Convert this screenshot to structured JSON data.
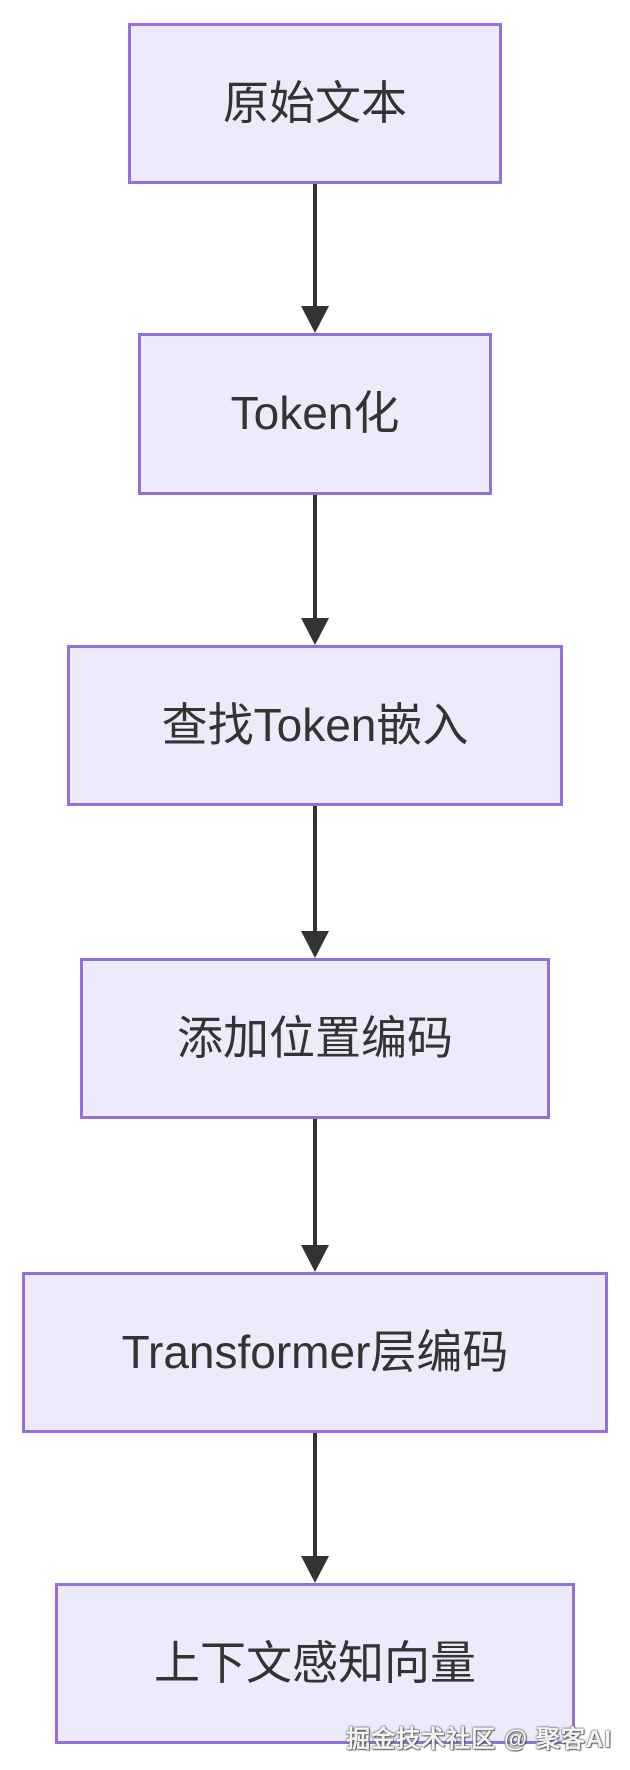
{
  "diagram": {
    "type": "flowchart",
    "direction": "top-down",
    "nodes": [
      {
        "id": "raw-text",
        "label": "原始文本"
      },
      {
        "id": "tokenize",
        "label": "Token化"
      },
      {
        "id": "embedding",
        "label": "查找Token嵌入"
      },
      {
        "id": "positional",
        "label": "添加位置编码"
      },
      {
        "id": "transformer",
        "label": "Transformer层编码"
      },
      {
        "id": "context-vector",
        "label": "上下文感知向量"
      }
    ],
    "edges": [
      {
        "from": "raw-text",
        "to": "tokenize"
      },
      {
        "from": "tokenize",
        "to": "embedding"
      },
      {
        "from": "embedding",
        "to": "positional"
      },
      {
        "from": "positional",
        "to": "transformer"
      },
      {
        "from": "transformer",
        "to": "context-vector"
      }
    ],
    "colors": {
      "node_fill": "#ECEAFB",
      "node_border": "#9370DB",
      "node_text": "#333333",
      "arrow": "#333333",
      "background": "#FFFFFF"
    }
  },
  "watermark": {
    "text": "掘金技术社区 @ 聚客AI"
  }
}
